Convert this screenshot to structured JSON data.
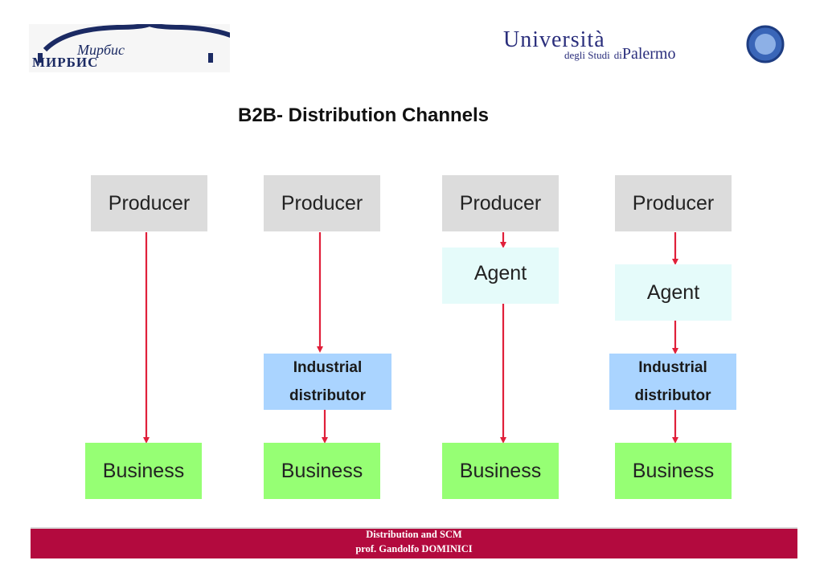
{
  "logos": {
    "left_text": "МИРБИС",
    "left_script": "Мирбис",
    "right_line1": "Università",
    "right_line2": "degli Studi",
    "right_line3": "di",
    "right_line4": "Palermo"
  },
  "title": "B2B- Distribution Channels",
  "columns": [
    {
      "producer": "Producer",
      "business": "Business"
    },
    {
      "producer": "Producer",
      "distributor": [
        "Industrial",
        "distributor"
      ],
      "business": "Business"
    },
    {
      "producer": "Producer",
      "agent": "Agent",
      "business": "Business"
    },
    {
      "producer": "Producer",
      "agent": "Agent",
      "distributor": [
        "Industrial",
        "distributor"
      ],
      "business": "Business"
    }
  ],
  "footer": {
    "line1": "Distribution and SCM",
    "line2": "prof. Gandolfo DOMINICI"
  },
  "colors": {
    "producer_box": "#dcdcdc",
    "agent_box": "#e5fbfa",
    "distributor_box": "#aad4ff",
    "business_box": "#96ff74",
    "arrow": "#e0203a",
    "footer_bar": "#b30a3e"
  }
}
